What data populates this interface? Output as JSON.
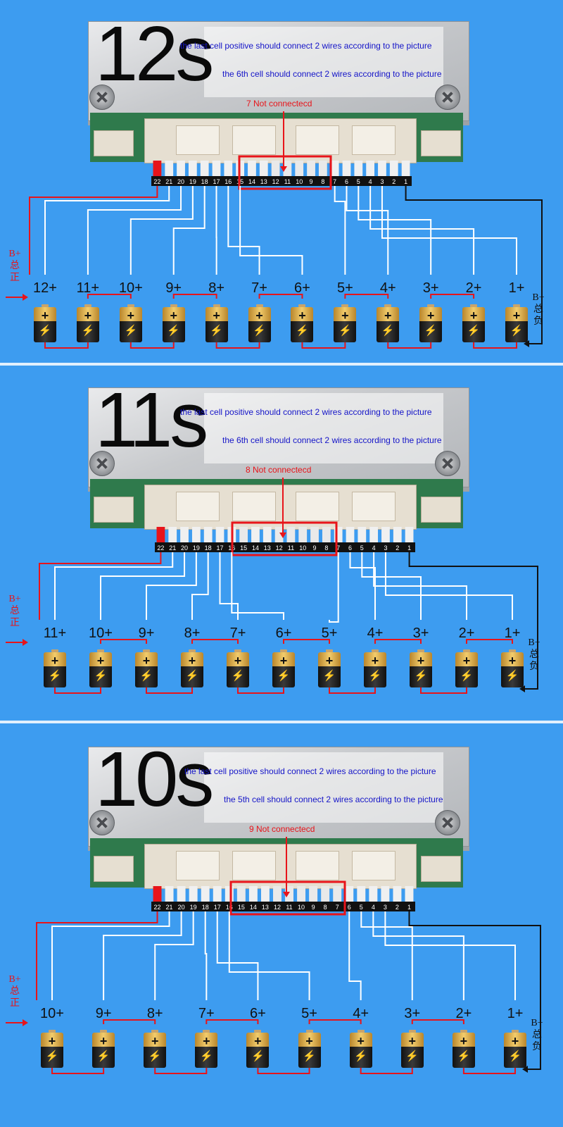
{
  "colors": {
    "background": "#3d9cf0",
    "positive_wire": "#e8141a",
    "sense_wire": "#ffffff",
    "negative_wire": "#111111",
    "note_text": "#1414c8"
  },
  "pin_numbers": [
    "22",
    "21",
    "20",
    "19",
    "18",
    "17",
    "16",
    "15",
    "14",
    "13",
    "12",
    "11",
    "10",
    "9",
    "8",
    "7",
    "6",
    "5",
    "4",
    "3",
    "2",
    "1"
  ],
  "labels": {
    "b_plus": [
      "B+",
      "总",
      "正"
    ],
    "b_minus": [
      "B−",
      "总",
      "负"
    ]
  },
  "panels": [
    {
      "title": "12s",
      "note1": "the last cell positive should connect 2 wires according to the picture",
      "note2": "the 6th cell should connect 2 wires according to the picture",
      "not_connected": "7 Not connectecd",
      "cells": [
        "12+",
        "11+",
        "10+",
        "9+",
        "8+",
        "7+",
        "6+",
        "5+",
        "4+",
        "3+",
        "2+",
        "1+"
      ],
      "pins": [
        "22",
        "21",
        "20",
        "19",
        "18",
        "17",
        "16",
        "15",
        "14",
        "13",
        "12",
        "11",
        "10",
        "9",
        "8",
        "7",
        "6",
        "5",
        "4",
        "3",
        "2",
        "1"
      ],
      "unconnected": [
        "14",
        "13",
        "12",
        "11",
        "10",
        "9",
        "8"
      ]
    },
    {
      "title": "11s",
      "note1": "the last cell positive should connect 2 wires according to the picture",
      "note2": "the 6th cell should connect 2 wires according to the picture",
      "not_connected": "8 Not connectecd",
      "cells": [
        "11+",
        "10+",
        "9+",
        "8+",
        "7+",
        "6+",
        "5+",
        "4+",
        "3+",
        "2+",
        "1+"
      ],
      "pins": [
        "22",
        "21",
        "20",
        "19",
        "18",
        "17",
        "16",
        "15",
        "14",
        "13",
        "12",
        "11",
        "10",
        "9",
        "8",
        "7",
        "6",
        "5",
        "4",
        "3",
        "2",
        "1"
      ],
      "unconnected": [
        "15",
        "14",
        "13",
        "12",
        "11",
        "10",
        "9",
        "8"
      ]
    },
    {
      "title": "10s",
      "note1": "the last cell positive should connect 2 wires according to the picture",
      "note2": "the 5th cell should connect 2 wires according to the picture",
      "not_connected": "9 Not connectecd",
      "cells": [
        "10+",
        "9+",
        "8+",
        "7+",
        "6+",
        "5+",
        "4+",
        "3+",
        "2+",
        "1+"
      ],
      "pins": [
        "22",
        "21",
        "20",
        "19",
        "18",
        "17",
        "16",
        "15",
        "14",
        "13",
        "12",
        "11",
        "10",
        "9",
        "8",
        "7",
        "6",
        "5",
        "4",
        "3",
        "2",
        "1"
      ],
      "unconnected": [
        "15",
        "14",
        "13",
        "12",
        "11",
        "10",
        "9",
        "8",
        "7"
      ]
    }
  ]
}
